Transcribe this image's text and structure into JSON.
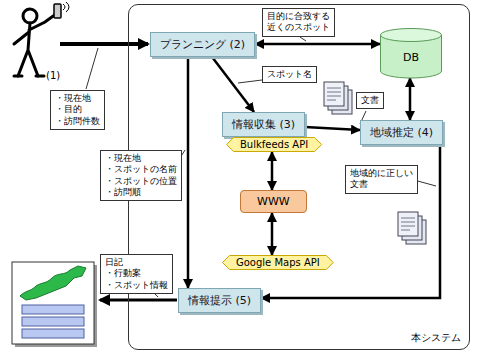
{
  "diagram": {
    "nodes": [
      {
        "text": [
          "本システム"
        ]
      },
      {
        "text": [
          "プランニング (2)"
        ],
        "in": 0
      },
      {
        "text": [
          "目的に合致する 近くのスポット"
        ],
        "in": 0
      },
      {
        "text": [
          "DB"
        ],
        "in": 0
      },
      {
        "text": [
          "スポット名"
        ],
        "in": 0
      },
      {
        "text": [
          "情報収集 (3)"
        ],
        "in": 0
      },
      {
        "text": [
          "文書"
        ],
        "in": 0
      },
      {
        "text": [
          "地域推定 (4)"
        ],
        "in": 0
      },
      {
        "text": [
          "Bulkfeeds API"
        ],
        "in": 0
      },
      {
        "text": [
          "地域的に正しい 文書"
        ],
        "in": 0
      },
      {
        "text": [
          "WWW"
        ],
        "in": 0
      },
      {
        "text": [
          "Google Maps API"
        ],
        "in": 0
      },
      {
        "text": [
          "情報提示 (5)"
        ],
        "in": 0
      },
      {
        "text": [
          "・現在地",
          "・目的",
          "・訪問件数"
        ]
      },
      {
        "text": [
          "・現在地",
          "・スポットの名前",
          "・スポットの位置",
          "・訪問順"
        ]
      },
      {
        "text": [
          "日記",
          "・行動案",
          "・スポット情報"
        ]
      }
    ],
    "edges": [
      {
        "from": 1,
        "to": 3,
        "arrow": "both"
      },
      {
        "from": 1,
        "to": 5,
        "arrow": "to"
      },
      {
        "from": 5,
        "to": 7,
        "arrow": "to"
      },
      {
        "from": 3,
        "to": 7,
        "arrow": "both"
      },
      {
        "from": 8,
        "to": 10,
        "arrow": "both"
      },
      {
        "from": 10,
        "to": 11,
        "arrow": "both"
      },
      {
        "from": 7,
        "to": 12,
        "arrow": "to"
      },
      {
        "from": 1,
        "to": 12,
        "arrow": "to"
      }
    ],
    "labels": [
      "(1)"
    ]
  }
}
